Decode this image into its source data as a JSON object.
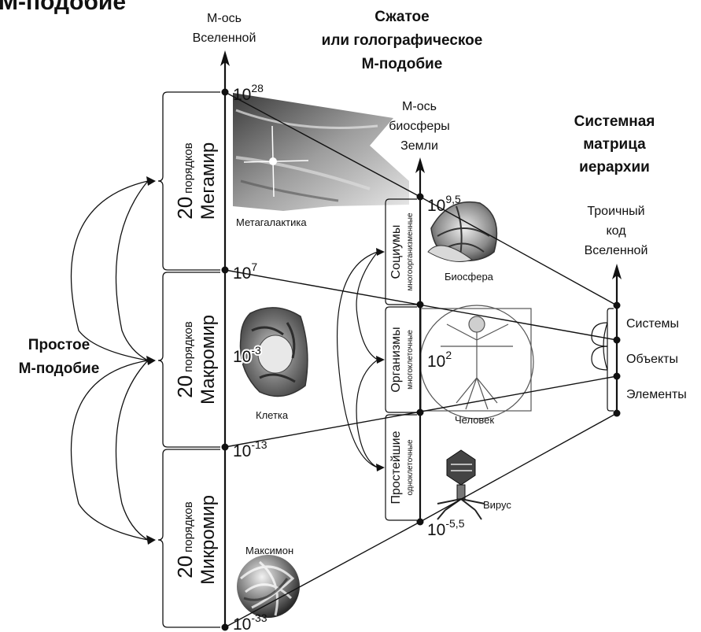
{
  "title_fragment": "М-подобие",
  "headings": {
    "compressed_line1": "Сжатое",
    "compressed_line2": "или голографическое",
    "compressed_line3": "М-подобие",
    "system_line1": "Системная",
    "system_line2": "матрица",
    "system_line3": "иерархии",
    "simple_line1": "Простое",
    "simple_line2": "М-подобие"
  },
  "axes": {
    "universe_line1": "М-ось",
    "universe_line2": "Вселенной",
    "biosphere_line1": "М-ось",
    "biosphere_line2": "биосферы",
    "biosphere_line3": "Земли",
    "ternary_line1": "Троичный",
    "ternary_line2": "код",
    "ternary_line3": "Вселенной"
  },
  "universe_ticks": [
    {
      "base": "10",
      "exp": "28"
    },
    {
      "base": "10",
      "exp": "7"
    },
    {
      "base": "10",
      "exp": "-13"
    },
    {
      "base": "10",
      "exp": "-33"
    }
  ],
  "biosphere_ticks": [
    {
      "base": "10",
      "exp": "9,5"
    },
    {
      "base": "10",
      "exp": "-5,5"
    }
  ],
  "inner_values": {
    "cell": {
      "base": "10",
      "exp": "-3"
    },
    "human": {
      "base": "10",
      "exp": "2"
    }
  },
  "worlds": [
    {
      "count": "20",
      "unit": "порядков",
      "name": "Мегамир"
    },
    {
      "count": "20",
      "unit": "порядков",
      "name": "Макромир"
    },
    {
      "count": "20",
      "unit": "порядков",
      "name": "Микромир"
    }
  ],
  "bio_levels": [
    {
      "name": "Социумы",
      "sub": "многоорганизменные"
    },
    {
      "name": "Организмы",
      "sub": "многоклеточные"
    },
    {
      "name": "Простейшие",
      "sub": "одноклеточные"
    }
  ],
  "image_labels": {
    "metagalaxy": "Метагалактика",
    "cell": "Клетка",
    "maximon": "Максимон",
    "biosphere": "Биосфера",
    "human": "Человек",
    "virus": "Вирус"
  },
  "matrix_items": [
    "Системы",
    "Объекты",
    "Элементы"
  ]
}
